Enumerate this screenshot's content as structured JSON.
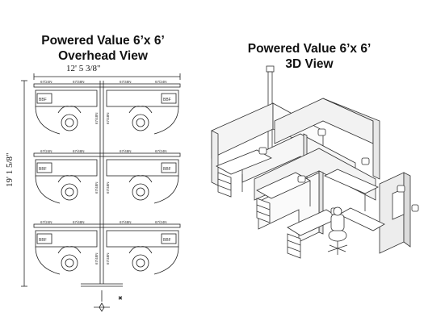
{
  "overhead": {
    "title_line1": "Powered Value 6’x 6’",
    "title_line2": "Overhead View",
    "width_dimension": "12' 5 3/8\"",
    "height_dimension": "19' 1 5/8\"",
    "panel_label_a": "67/24N",
    "panel_label_b": "67/48N",
    "pedestal_label": "BBF",
    "marker_label": "✖"
  },
  "view3d": {
    "title_line1": "Powered Value 6’x 6’",
    "title_line2": "3D View"
  }
}
